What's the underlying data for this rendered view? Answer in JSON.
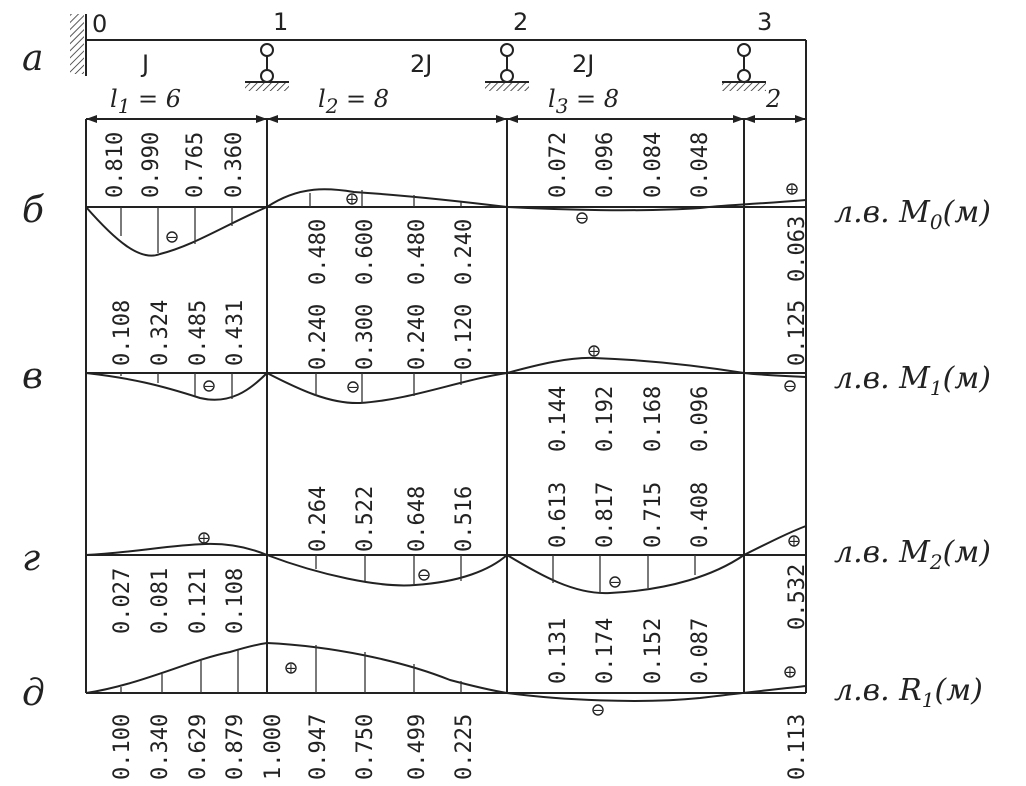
{
  "row_labels": {
    "a": "а",
    "b": "б",
    "v": "в",
    "g": "г",
    "d": "д"
  },
  "nodes": [
    "0",
    "1",
    "2",
    "3"
  ],
  "stiffness": [
    "J",
    "2J",
    "2J"
  ],
  "spans": {
    "l1": {
      "sym": "l",
      "sub": "1",
      "rest": " = 6"
    },
    "l2": {
      "sym": "l",
      "sub": "2",
      "rest": " = 8"
    },
    "l3": {
      "sym": "l",
      "sub": "3",
      "rest": " = 8"
    },
    "cant": "2"
  },
  "influence_lines": {
    "M0": {
      "prefix": "л.в. M",
      "sub": "0",
      "suffix": "(м)"
    },
    "M1": {
      "prefix": "л.в. M",
      "sub": "1",
      "suffix": "(м)"
    },
    "M2": {
      "prefix": "л.в. M",
      "sub": "2",
      "suffix": "(м)"
    },
    "R1": {
      "prefix": "л.в. R",
      "sub": "1",
      "suffix": "(м)"
    }
  },
  "values": {
    "b": {
      "span1": [
        "0.810",
        "0.990",
        "0.765",
        "0.360"
      ],
      "span2": [
        "0.480",
        "0.600",
        "0.480",
        "0.240"
      ],
      "span3": [
        "0.072",
        "0.096",
        "0.084",
        "0.048"
      ],
      "cant": "0.063"
    },
    "v": {
      "span1": [
        "0.108",
        "0.324",
        "0.485",
        "0.431"
      ],
      "span2_top": [
        "0.240",
        "0.300",
        "0.240",
        "0.120"
      ],
      "span3": [
        "0.144",
        "0.192",
        "0.168",
        "0.096"
      ],
      "cant": "0.125"
    },
    "g": {
      "span1": [
        "0.027",
        "0.081",
        "0.121",
        "0.108"
      ],
      "span2": [
        "0.264",
        "0.522",
        "0.648",
        "0.516"
      ],
      "span3": [
        "0.613",
        "0.817",
        "0.715",
        "0.408"
      ],
      "cant": "0.532"
    },
    "d": {
      "span1": [
        "0.100",
        "0.340",
        "0.629",
        "0.879"
      ],
      "node1": "1.000",
      "span2": [
        "0.947",
        "0.750",
        "0.499",
        "0.225"
      ],
      "span3": [
        "0.131",
        "0.174",
        "0.152",
        "0.087"
      ],
      "cant": "0.113"
    }
  },
  "sign_plus": "+",
  "sign_minus": "−"
}
